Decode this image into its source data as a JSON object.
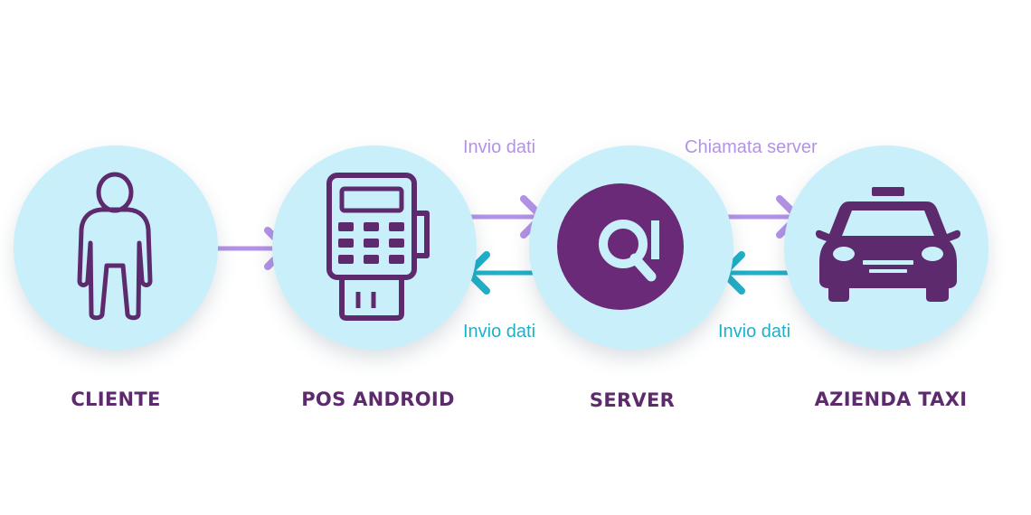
{
  "nodes": [
    {
      "id": "cliente",
      "label": "CLIENTE",
      "icon": "person-icon"
    },
    {
      "id": "pos",
      "label": "POS ANDROID",
      "icon": "pos-terminal-icon"
    },
    {
      "id": "server",
      "label": "SERVER",
      "icon": "qi-logo-icon"
    },
    {
      "id": "taxi",
      "label": "AZIENDA TAXI",
      "icon": "taxi-car-icon"
    }
  ],
  "flows": {
    "pos_to_server": "Invio dati",
    "server_to_taxi": "Chiamata server",
    "server_to_pos": "Invio dati",
    "taxi_to_server": "Invio dati"
  },
  "colors": {
    "circle": "#c9f0fa",
    "primary": "#5e2a6e",
    "arrow_forward": "#b392e6",
    "arrow_back": "#1fb0c8"
  }
}
